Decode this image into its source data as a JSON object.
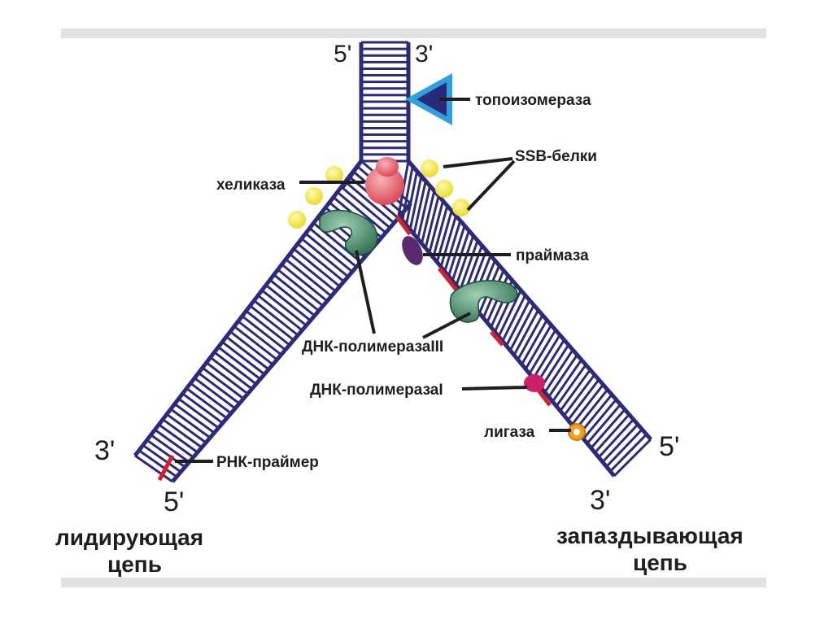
{
  "ends": {
    "top_left": "5'",
    "top_right": "3'",
    "left_outer": "3'",
    "left_inner": "5'",
    "right_outer": "5'",
    "right_inner": "3'"
  },
  "labels": {
    "topoisomerase": "топоизомераза",
    "ssb": "SSB-белки",
    "helicase": "хеликаза",
    "primase": "праймаза",
    "pol3": "ДНК-полимеразаIII",
    "pol1": "ДНК-полимеразаI",
    "ligase": "лигаза",
    "rna_primer": "РНК-праймер"
  },
  "strands": {
    "leading_line1": "лидирующая",
    "leading_line2": "цепь",
    "lagging_line1": "запаздывающая",
    "lagging_line2": "цепь"
  },
  "colors": {
    "dna": "#2b2b7a",
    "primer": "#d81e2a",
    "helicase": "#e05a66",
    "ssb": "#f2e64a",
    "polymerase3": "#3d7a5c",
    "primase": "#5a2a6e",
    "polymerase1": "#d0206a",
    "ligase": "#f2a020",
    "topoisomerase": "#2a2a7a"
  }
}
